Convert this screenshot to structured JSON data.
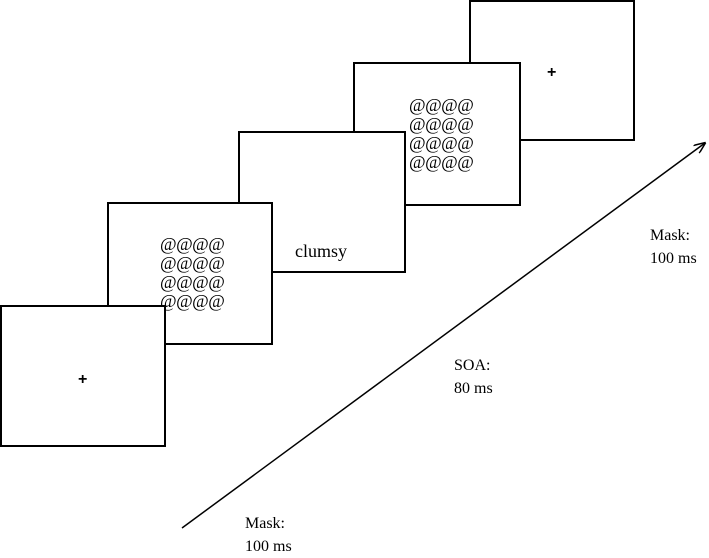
{
  "frames": [
    {
      "id": "fixation-1",
      "content_type": "fixation",
      "text": "+"
    },
    {
      "id": "mask-1",
      "content_type": "mask",
      "rows": [
        "@@@@",
        "@@@@",
        "@@@@",
        "@@@@"
      ]
    },
    {
      "id": "target",
      "content_type": "word",
      "text": "clumsy"
    },
    {
      "id": "mask-2",
      "content_type": "mask",
      "rows": [
        "@@@@",
        "@@@@",
        "@@@@",
        "@@@@"
      ]
    },
    {
      "id": "fixation-2",
      "content_type": "fixation",
      "text": "+"
    }
  ],
  "timing_labels": {
    "mask_bottom": {
      "line1": "Mask:",
      "line2": "100 ms"
    },
    "soa": {
      "line1": "SOA:",
      "line2": "80 ms"
    },
    "mask_right": {
      "line1": "Mask:",
      "line2": "100 ms"
    }
  }
}
